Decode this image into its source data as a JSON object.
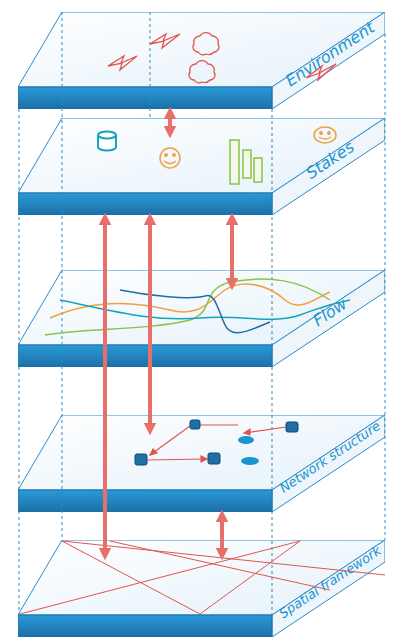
{
  "diagram": {
    "nodes": [
      {
        "text": [
          "Environment"
        ]
      },
      {
        "text": [
          "Stakes"
        ]
      },
      {
        "text": [
          "Flow"
        ]
      },
      {
        "text": [
          "Network structure"
        ]
      },
      {
        "text": [
          "Spatial framework"
        ]
      }
    ],
    "edges": [
      {
        "from": 0,
        "to": 1,
        "arrow": "both"
      },
      {
        "from": 1,
        "to": 2,
        "arrow": "both"
      },
      {
        "from": 1,
        "to": 3,
        "arrow": "both"
      },
      {
        "from": 1,
        "to": 4,
        "arrow": "both"
      },
      {
        "from": 3,
        "to": 4,
        "arrow": "both"
      }
    ]
  }
}
